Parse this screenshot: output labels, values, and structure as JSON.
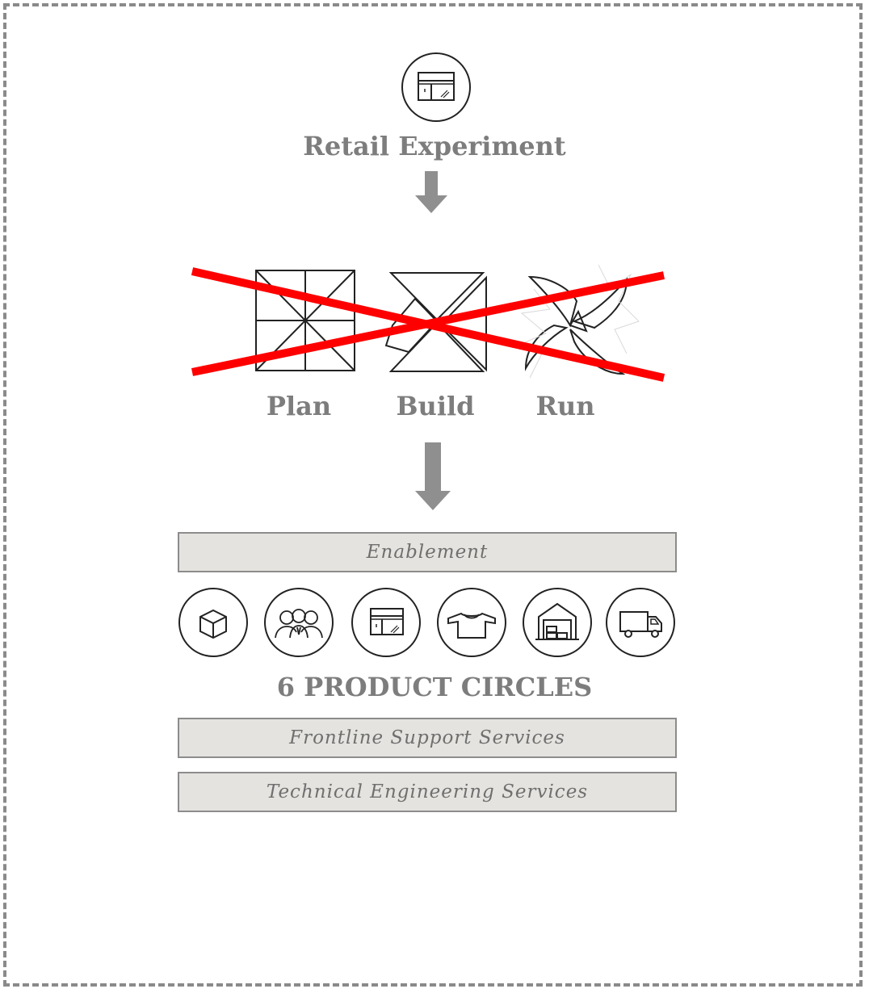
{
  "diagram": {
    "title": "Retail Experiment",
    "phases": [
      {
        "label": "Plan",
        "icon": "grid-square-icon"
      },
      {
        "label": "Build",
        "icon": "folded-paper-icon"
      },
      {
        "label": "Run",
        "icon": "pinwheel-icon"
      }
    ],
    "crossed_out": true,
    "heading": "6 PRODUCT CIRCLES",
    "enablement_label": "Enablement",
    "frontline_label": "Frontline Support Services",
    "technical_label": "Technical Engineering Services",
    "product_circles": [
      {
        "icon": "cube-icon"
      },
      {
        "icon": "people-group-icon"
      },
      {
        "icon": "storefront-icon"
      },
      {
        "icon": "shirt-icon"
      },
      {
        "icon": "warehouse-icon"
      },
      {
        "icon": "delivery-truck-icon"
      }
    ],
    "colors": {
      "text": "#7d7d7d",
      "arrow": "#8f8f8f",
      "cross": "#ff0000",
      "band_fill": "#e4e3df",
      "band_border": "#8c8c8c",
      "frame": "#8a8a8a"
    }
  }
}
